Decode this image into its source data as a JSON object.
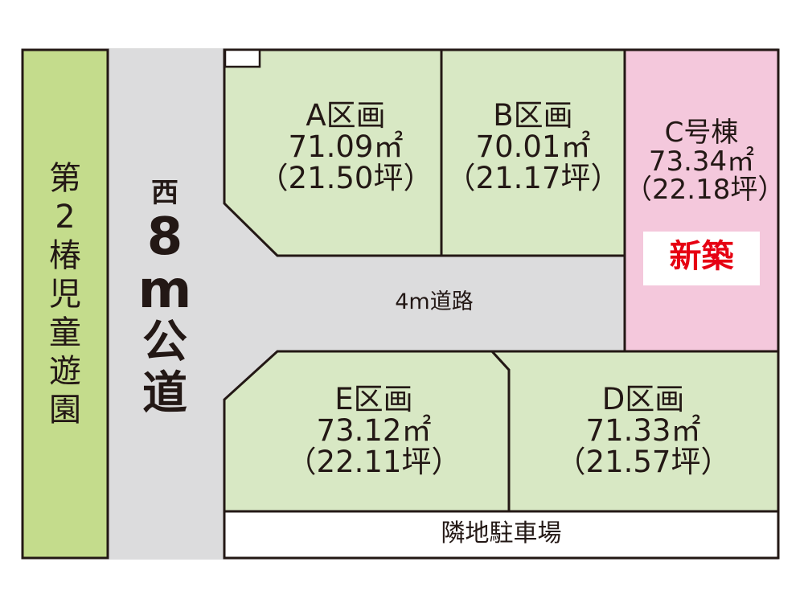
{
  "colors": {
    "lot_green": "#d8e8c4",
    "park_green": "#c4dc8c",
    "road_gray": "#dcdcdd",
    "house_pink": "#f4c8dc",
    "new_red": "#e60012",
    "line": "#231815"
  },
  "park": {
    "label": [
      "第",
      "2",
      "椿",
      "児",
      "童",
      "遊",
      "園"
    ]
  },
  "main_road": {
    "direction": "西",
    "width": "8",
    "unit": "m",
    "kind": [
      "公",
      "道"
    ]
  },
  "side_road": {
    "label": "4m道路"
  },
  "parking": {
    "label": "隣地駐車場"
  },
  "lots": [
    {
      "name": "A区画",
      "area": "71.09㎡",
      "tsubo": "（21.50坪）"
    },
    {
      "name": "B区画",
      "area": "70.01㎡",
      "tsubo": "（21.17坪）"
    },
    {
      "name": "C号棟",
      "area": "73.34㎡",
      "tsubo": "（22.18坪）",
      "badge": "新築"
    },
    {
      "name": "D区画",
      "area": "71.33㎡",
      "tsubo": "（21.57坪）"
    },
    {
      "name": "E区画",
      "area": "73.12㎡",
      "tsubo": "（22.11坪）"
    }
  ]
}
